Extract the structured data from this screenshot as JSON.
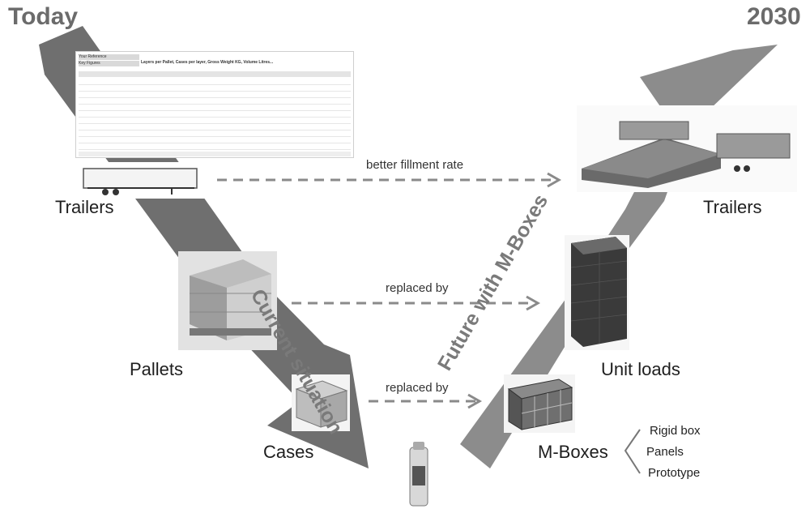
{
  "corner_left": "Today",
  "corner_right": "2030",
  "diagonal_left": "Current situation",
  "diagonal_right": "Future with M-Boxes",
  "spreadsheet": {
    "field1": "Your Reference",
    "field2": "Key Figures",
    "header": "Layers per Pallet, Cases per layer, Gross Weight KG, Volume Litres..."
  },
  "left_items": {
    "trailers": "Trailers",
    "pallets": "Pallets",
    "cases": "Cases"
  },
  "right_items": {
    "trailers": "Trailers",
    "unit_loads": "Unit loads",
    "m_boxes": "M-Boxes"
  },
  "arrows": {
    "trailers": "better fillment rate",
    "pallets": "replaced by",
    "cases": "replaced by"
  },
  "m_box_types": [
    "Rigid box",
    "Panels",
    "Prototype"
  ]
}
